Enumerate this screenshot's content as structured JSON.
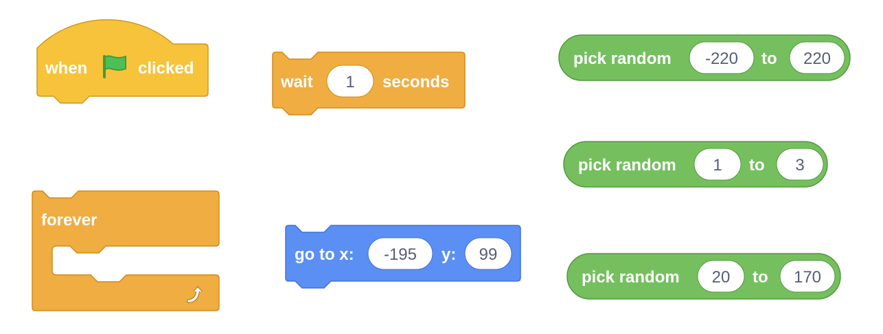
{
  "colors": {
    "events": "#f6c33b",
    "events_stroke": "#cc9a1e",
    "control": "#f0ad41",
    "control_stroke": "#cf8b17",
    "motion": "#5b8ff4",
    "motion_stroke": "#3f72d6",
    "operators": "#75bf5f",
    "operators_stroke": "#4f9a3a",
    "input_text": "#575e75",
    "flag_green": "#4cbf56",
    "flag_stroke": "#45993d"
  },
  "blocks": {
    "when_flag_clicked": {
      "word_before": "when",
      "icon": "green-flag-icon",
      "word_after": "clicked"
    },
    "wait": {
      "label": "wait",
      "value": "1",
      "unit": "seconds"
    },
    "forever": {
      "label": "forever",
      "icon": "loop-arrow-icon"
    },
    "go_to_xy": {
      "label": "go to x:",
      "x_value": "-195",
      "y_label": "y:",
      "y_value": "99"
    },
    "pick_random_1": {
      "label": "pick random",
      "from": "-220",
      "to_label": "to",
      "to": "220"
    },
    "pick_random_2": {
      "label": "pick random",
      "from": "1",
      "to_label": "to",
      "to": "3"
    },
    "pick_random_3": {
      "label": "pick random",
      "from": "20",
      "to_label": "to",
      "to": "170"
    }
  }
}
